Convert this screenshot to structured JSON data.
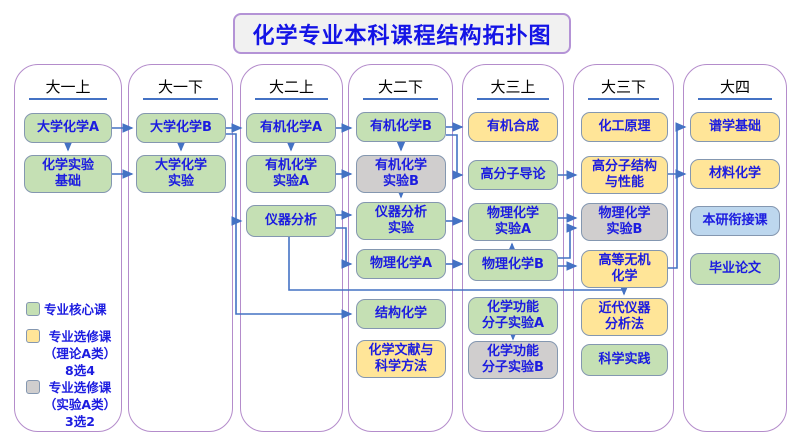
{
  "title": "化学专业本科课程结构拓扑图",
  "columns": [
    {
      "header": "大一上",
      "courses": [
        {
          "label": "大学化学A",
          "type": "core"
        },
        {
          "label": "化学实验\n基础",
          "type": "core"
        }
      ]
    },
    {
      "header": "大一下",
      "courses": [
        {
          "label": "大学化学B",
          "type": "core"
        },
        {
          "label": "大学化学\n实验",
          "type": "core"
        }
      ]
    },
    {
      "header": "大二上",
      "courses": [
        {
          "label": "有机化学A",
          "type": "core"
        },
        {
          "label": "有机化学\n实验A",
          "type": "core"
        },
        {
          "label": "仪器分析",
          "type": "core"
        }
      ]
    },
    {
      "header": "大二下",
      "courses": [
        {
          "label": "有机化学B",
          "type": "core"
        },
        {
          "label": "有机化学\n实验B",
          "type": "elective_lab"
        },
        {
          "label": "仪器分析\n实验",
          "type": "core"
        },
        {
          "label": "物理化学A",
          "type": "core"
        },
        {
          "label": "结构化学",
          "type": "core"
        },
        {
          "label": "化学文献与\n科学方法",
          "type": "elective_theory"
        }
      ]
    },
    {
      "header": "大三上",
      "courses": [
        {
          "label": "有机合成",
          "type": "elective_theory"
        },
        {
          "label": "高分子导论",
          "type": "core"
        },
        {
          "label": "物理化学\n实验A",
          "type": "core"
        },
        {
          "label": "物理化学B",
          "type": "core"
        },
        {
          "label": "化学功能\n分子实验A",
          "type": "core"
        },
        {
          "label": "化学功能\n分子实验B",
          "type": "elective_lab"
        }
      ]
    },
    {
      "header": "大三下",
      "courses": [
        {
          "label": "化工原理",
          "type": "elective_theory"
        },
        {
          "label": "高分子结构\n与性能",
          "type": "elective_theory"
        },
        {
          "label": "物理化学\n实验B",
          "type": "elective_lab"
        },
        {
          "label": "高等无机\n化学",
          "type": "elective_theory"
        },
        {
          "label": "近代仪器\n分析法",
          "type": "elective_theory"
        },
        {
          "label": "科学实践",
          "type": "core"
        }
      ]
    },
    {
      "header": "大四",
      "courses": [
        {
          "label": "谱学基础",
          "type": "elective_theory"
        },
        {
          "label": "材料化学",
          "type": "elective_theory"
        },
        {
          "label": "本研衔接课",
          "type": "bridge"
        },
        {
          "label": "毕业论文",
          "type": "core"
        }
      ]
    }
  ],
  "legend": {
    "items": [
      {
        "label": "专业核心课",
        "type": "core"
      },
      {
        "label": "专业选修课\n（理论A类）\n8选4",
        "type": "elective_theory"
      },
      {
        "label": "专业选修课\n（实验A类）\n3选2",
        "type": "elective_lab"
      }
    ]
  },
  "colors": {
    "core": "#c5e0b4",
    "elective_theory": "#ffe598",
    "elective_lab": "#d0cece",
    "bridge": "#bdd7ee",
    "arrow": "#4472c4",
    "node_border": "#8497b0",
    "lane_border": "#b48ccb",
    "course_text": "#1c1ce0",
    "title_text": "#1414e6"
  }
}
